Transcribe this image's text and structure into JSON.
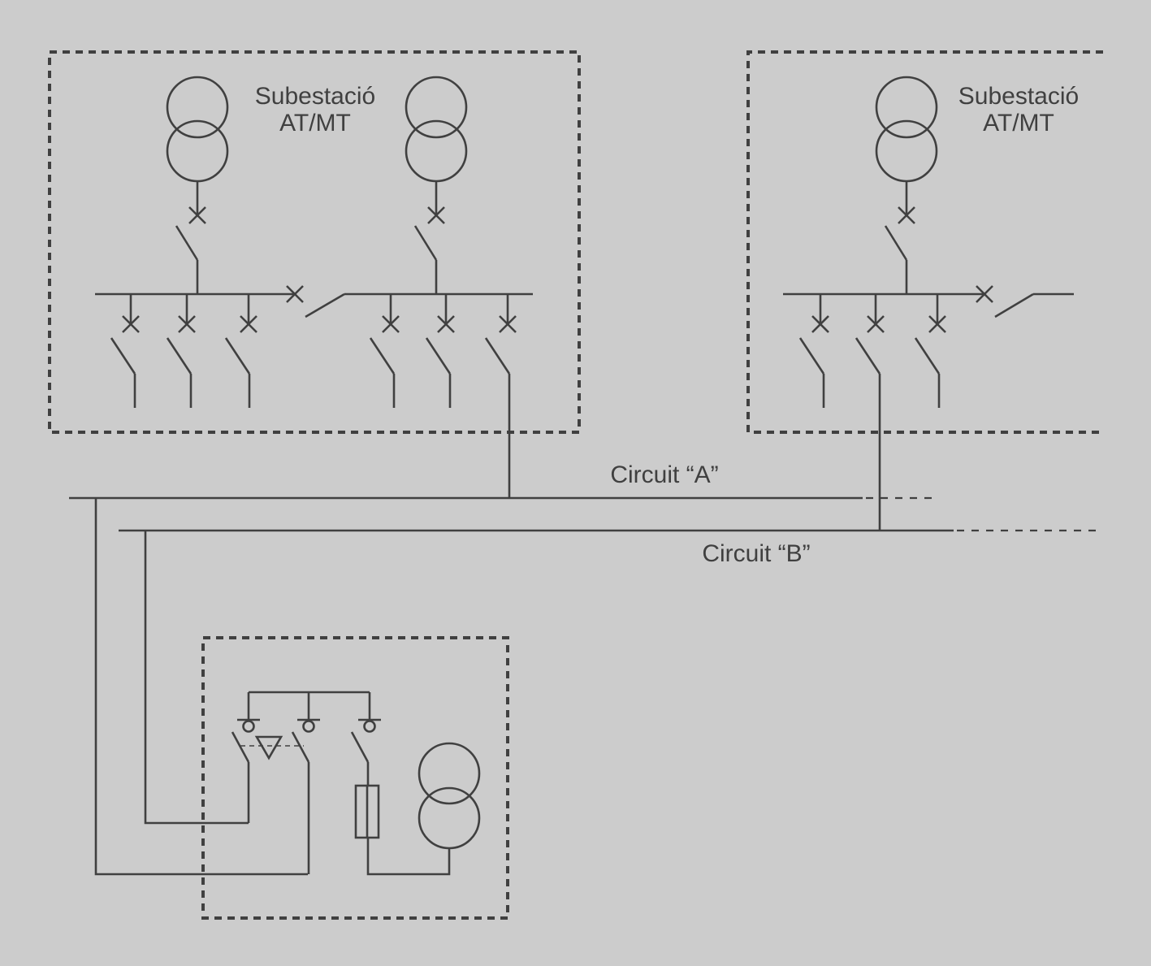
{
  "substation_left": {
    "line1": "Subestació",
    "line2": "AT/MT"
  },
  "substation_right": {
    "line1": "Subestació",
    "line2": "AT/MT"
  },
  "circuit_a": "Circuit “A”",
  "circuit_b": "Circuit “B”",
  "colors": {
    "background": "#cccccc",
    "line": "#404040"
  },
  "icons": [
    "transformer-icon",
    "circuit-breaker-icon",
    "switch-icon",
    "fuse-icon",
    "earth-switch-icon"
  ]
}
